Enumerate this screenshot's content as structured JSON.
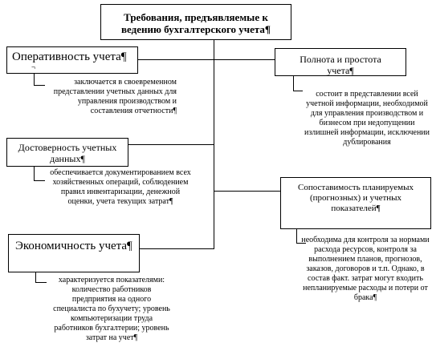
{
  "title": "Требования, предъявляемые к ведению бухгалтерского учета¶",
  "blocks": {
    "operativnost": {
      "header": "Оперативность учета¶",
      "para_mark": "¬",
      "desc": "заключается в своевременном представлении учетных данных для управления производством и составления отчетности¶"
    },
    "dostovernost": {
      "header": "Достоверность учетных данных¶",
      "desc": "обеспечивается документированием всех хозяйственных операций, соблюдением правил инвентаризации, денежной оценки, учета текущих затрат¶"
    },
    "ekonomichnost": {
      "header": "Экономичность учета¶",
      "desc": "характеризуется показателями: количество работников предприятия на одного специалиста по бухучету; уровень компьютеризации труда работников бухгалтерии; уровень затрат на учет¶"
    },
    "polnota": {
      "header": "Полнота и простота учета¶",
      "desc": "состоит в представлении всей учетной информации, необходимой для управления производством и бизнесом при недопущении излишней информации, исключении дублирования"
    },
    "sopostavimost": {
      "header": "Сопоставимость планируемых (прогнозных) и учетных показателей¶",
      "desc": "необходима для контроля за нормами расхода ресурсов, контроля за выполнением планов, прогнозов, заказов, договоров и т.п. Однако, в состав факт. затрат могут входить непланируемые расходы и потери от брака¶"
    }
  }
}
